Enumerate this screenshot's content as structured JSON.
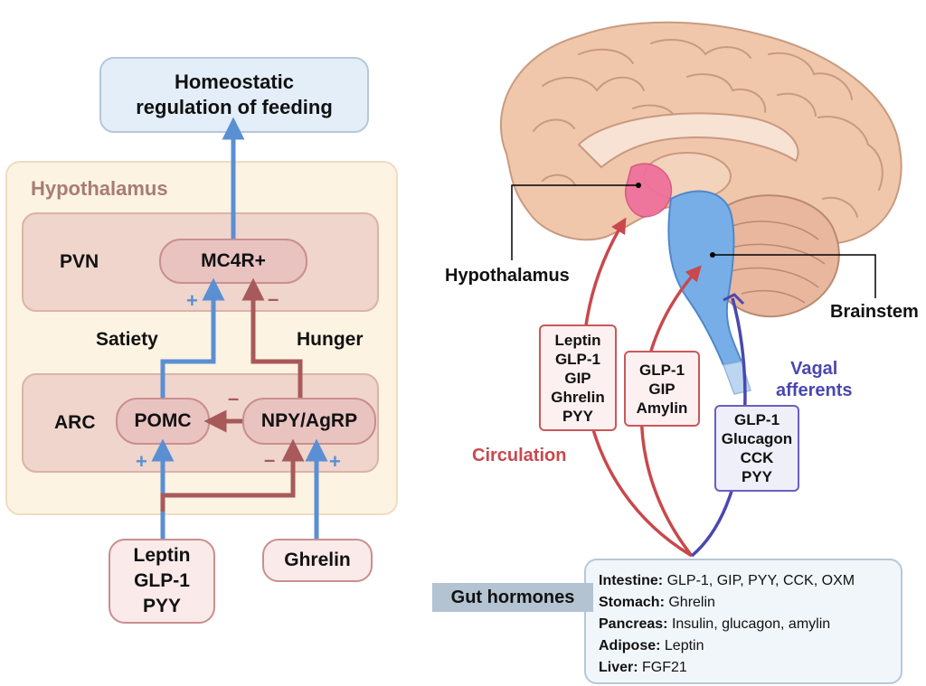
{
  "top": {
    "title_line1": "Homeostatic",
    "title_line2": "regulation of feeding"
  },
  "hypothalamus_panel": {
    "title": "Hypothalamus",
    "pvn_label": "PVN",
    "arc_label": "ARC",
    "mc4r": "MC4R+",
    "pomc": "POMC",
    "npy": "NPY/AgRP",
    "satiety": "Satiety",
    "hunger": "Hunger",
    "plus": "+",
    "minus": "–"
  },
  "inputs": {
    "left": [
      "Leptin",
      "GLP-1",
      "PYY"
    ],
    "right": "Ghrelin"
  },
  "brain": {
    "hypothalamus_label": "Hypothalamus",
    "brainstem_label": "Brainstem",
    "circulation_label": "Circulation",
    "vagal_label_1": "Vagal",
    "vagal_label_2": "afferents",
    "hypothalamus_box": [
      "Leptin",
      "GLP-1",
      "GIP",
      "Ghrelin",
      "PYY"
    ],
    "brainstem_box": [
      "GLP-1",
      "GIP",
      "Amylin"
    ],
    "vagal_box": [
      "GLP-1",
      "Glucagon",
      "CCK",
      "PYY"
    ]
  },
  "gut": {
    "tag": "Gut hormones",
    "rows": [
      {
        "organ": "Intestine:",
        "hormones": "GLP-1, GIP, PYY, CCK, OXM"
      },
      {
        "organ": "Stomach:",
        "hormones": "Ghrelin"
      },
      {
        "organ": "Pancreas:",
        "hormones": "Insulin, glucagon, amylin"
      },
      {
        "organ": "Adipose:",
        "hormones": "Leptin"
      },
      {
        "organ": "Liver:",
        "hormones": "FGF21"
      }
    ]
  },
  "colors": {
    "stimulatory": "#5b8fd3",
    "inhibitory": "#a85a5a",
    "circulation": "#c9484c",
    "vagal": "#4b47b0",
    "hypothalamus_text": "#a77d72"
  }
}
